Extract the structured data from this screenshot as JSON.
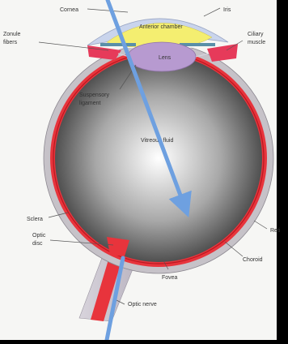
{
  "labels": {
    "cornea": "Cornea",
    "iris": "Iris",
    "zonule": [
      "Zonule",
      "fibers"
    ],
    "anterior_chamber": "Anterior chamber",
    "ciliary": [
      "Ciliary",
      "muscle"
    ],
    "lens": "Lens",
    "suspensory": [
      "Suspensory",
      "ligament"
    ],
    "vitreous": "Vitreous fluid",
    "sclera": "Sclera",
    "retina": "Reti",
    "optic_disc": [
      "Optic",
      "disc"
    ],
    "choroid": "Choroid",
    "fovea": "Fovea",
    "optic_nerve": "Optic nerve"
  },
  "colors": {
    "background": "#000000",
    "panel": "#f6f6f4",
    "sclera": "#c6c2c8",
    "choroid": "#e8343c",
    "retina_line": "#b81820",
    "anterior_chamber": "#f4ee70",
    "lens": "#b79ad0",
    "cornea": "#c9d4ec",
    "ciliary": "#e63a5a",
    "arrow": "#6ea0e0",
    "label": "#333333"
  }
}
